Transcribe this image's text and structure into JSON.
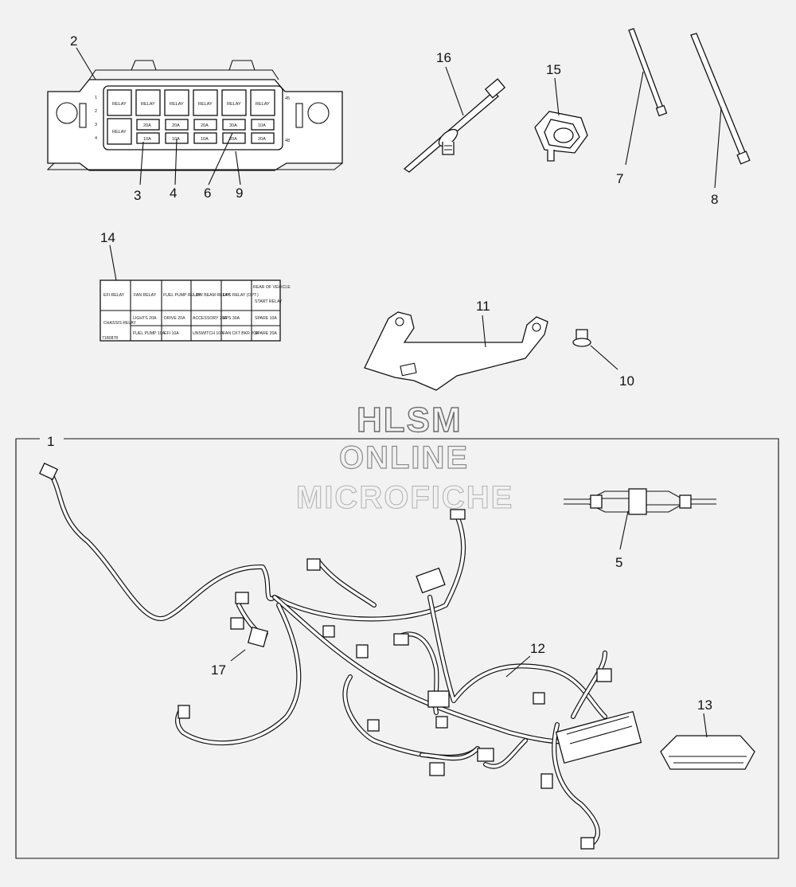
{
  "watermark": {
    "line1": "HLSM",
    "line2": "ONLINE",
    "line3": "MICROFICHE"
  },
  "callouts": {
    "c1": "1",
    "c2": "2",
    "c3": "3",
    "c4": "4",
    "c5": "5",
    "c6": "6",
    "c7": "7",
    "c8": "8",
    "c9": "9",
    "c10": "10",
    "c11": "11",
    "c12": "12",
    "c13": "13",
    "c14": "14",
    "c15": "15",
    "c16": "16",
    "c17": "17"
  },
  "fuse_block": {
    "relay_row1": [
      "RELAY",
      "RELAY",
      "RELAY",
      "RELAY",
      "RELAY",
      "RELAY"
    ],
    "relay_left2": "RELAY",
    "fuse_row2": [
      "20A",
      "20A",
      "20A",
      "30A",
      "10A"
    ],
    "fuse_row3": [
      "10A",
      "10A",
      "10A",
      "20A",
      "20A"
    ],
    "pin_labels": [
      "1",
      "2",
      "3",
      "4"
    ],
    "end_labels": [
      "45",
      "48"
    ]
  },
  "label_chart": {
    "row1": [
      "EFI RELAY",
      "FAN RELAY",
      "FUEL PUMP RELAY",
      "LOW BEAM RELAY",
      "EPS RELAY (OPT.)",
      "START RELAY"
    ],
    "rear_label": "REAR OF VEHICLE",
    "row2a": [
      "CHASSIS RELAY",
      "LIGHTS 20A",
      "DRIVE 20A",
      "ACCESSORY 20A",
      "EPS 30A",
      "SPARE 10A"
    ],
    "row2b": [
      "",
      "FUEL PUMP 10A",
      "EFI 10A",
      "UNSWITCH 10A",
      "FAN CKT BKR 20A",
      "SPARE 20A"
    ],
    "part_no": "7180878"
  }
}
